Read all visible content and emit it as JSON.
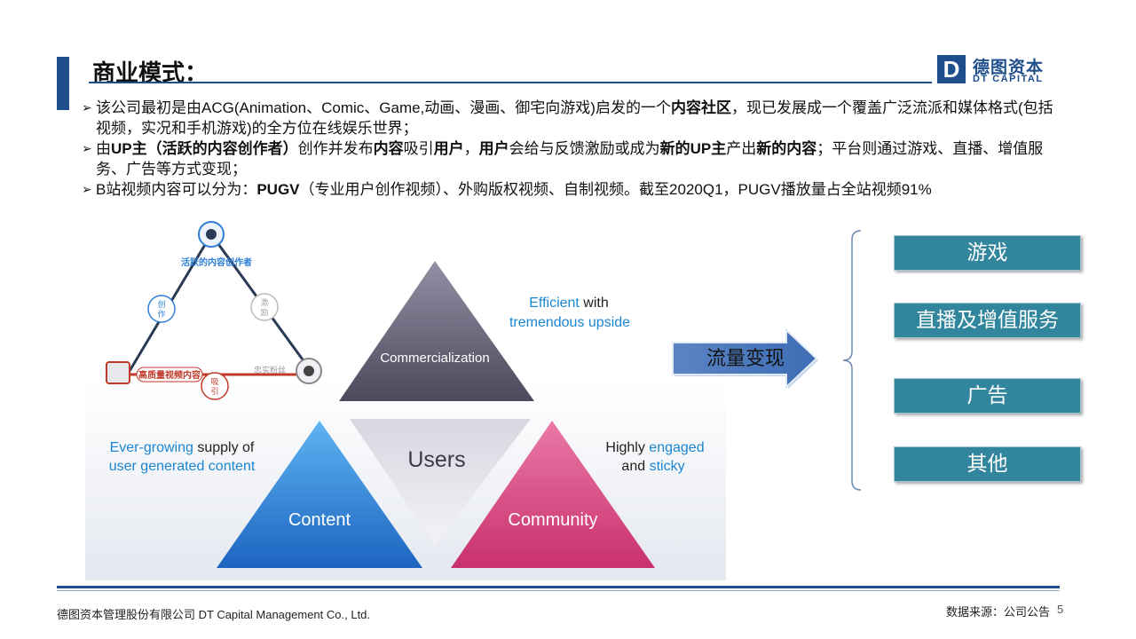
{
  "header": {
    "title": "商业模式：",
    "logo_mark": "D",
    "logo_cn": "德图资本",
    "logo_en": "DT CAPITAL"
  },
  "bullets": [
    {
      "parts": [
        {
          "t": "该公司最初是由ACG(Animation、Comic、Game,动画、漫画、御宅向游戏)启发的一个"
        },
        {
          "t": "内容社区",
          "b": true
        },
        {
          "t": "，现已发展成一个覆盖广泛流派和媒体格式(包括视频，实况和手机游戏)的全方位在线娱乐世界；"
        }
      ]
    },
    {
      "parts": [
        {
          "t": "由"
        },
        {
          "t": "UP主（活跃的内容创作者）",
          "b": true
        },
        {
          "t": "创作并发布"
        },
        {
          "t": "内容",
          "b": true
        },
        {
          "t": "吸引"
        },
        {
          "t": "用户",
          "b": true
        },
        {
          "t": "，"
        },
        {
          "t": "用户",
          "b": true
        },
        {
          "t": "会给与反馈激励或成为"
        },
        {
          "t": "新的UP主",
          "b": true
        },
        {
          "t": "产出"
        },
        {
          "t": "新的内容",
          "b": true
        },
        {
          "t": "；平台则通过游戏、直播、增值服务、广告等方式变现；"
        }
      ]
    },
    {
      "parts": [
        {
          "t": "B站视频内容可以分为："
        },
        {
          "t": "PUGV",
          "b": true
        },
        {
          "t": "（专业用户创作视频）、外购版权视频、自制视频。截至2020Q1，PUGV播放量占全站视频91%"
        }
      ]
    }
  ],
  "cycle": {
    "top": "活跃的内容创作者",
    "bottom_left": "高质量视频内容",
    "bottom_right": "忠实粉丝",
    "edge_left": "创作",
    "edge_right": "激励",
    "edge_bottom": "吸引"
  },
  "triangles": {
    "top": "Commercialization",
    "center": "Users",
    "left": "Content",
    "right": "Community"
  },
  "captions": {
    "top_right_a": "Efficient",
    "top_right_b": " with",
    "top_right_c": "tremendous upside",
    "left_a": "Ever-growing",
    "left_b": " supply of",
    "left_c": "user generated content",
    "right_a": "Highly ",
    "right_b": "engaged",
    "right_c": "and ",
    "right_d": "sticky"
  },
  "flow": {
    "label": "流量变现"
  },
  "categories": [
    "游戏",
    "直播及增值服务",
    "广告",
    "其他"
  ],
  "footer": {
    "company": "德图资本管理股份有限公司  DT Capital Management  Co., Ltd.",
    "source": "数据来源：公司公告",
    "page": "5"
  },
  "colors": {
    "brand": "#1f4e8c",
    "content": "#2f7fd6",
    "community": "#d6457f",
    "commercial": "#5d5b6e",
    "accent_text": "#1c86d0",
    "category": "#31859c"
  }
}
